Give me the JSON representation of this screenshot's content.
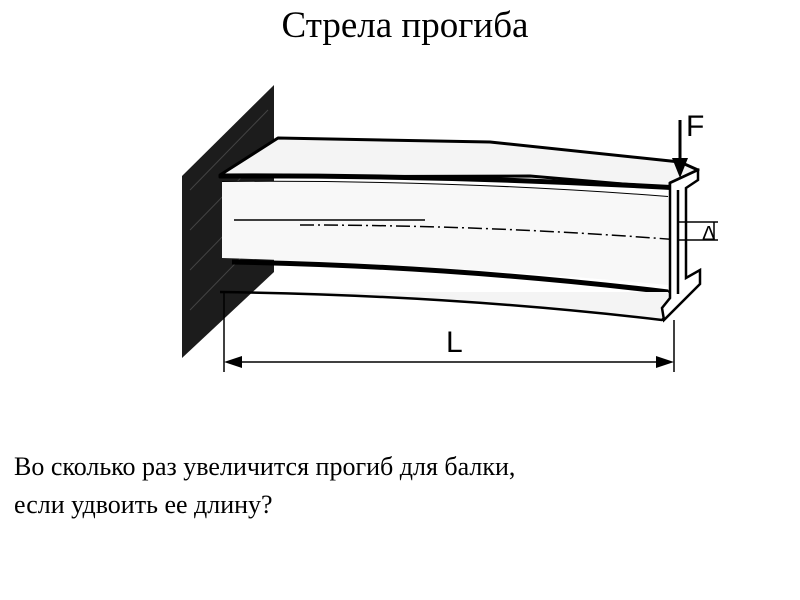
{
  "title": "Стрела прогиба",
  "diagram": {
    "force_label": "F",
    "length_label": "L",
    "deflection_symbol": "Δ"
  },
  "question": {
    "line1": "Во сколько раз увеличится прогиб для балки,",
    "line2": "если удвоить ее длину?"
  }
}
